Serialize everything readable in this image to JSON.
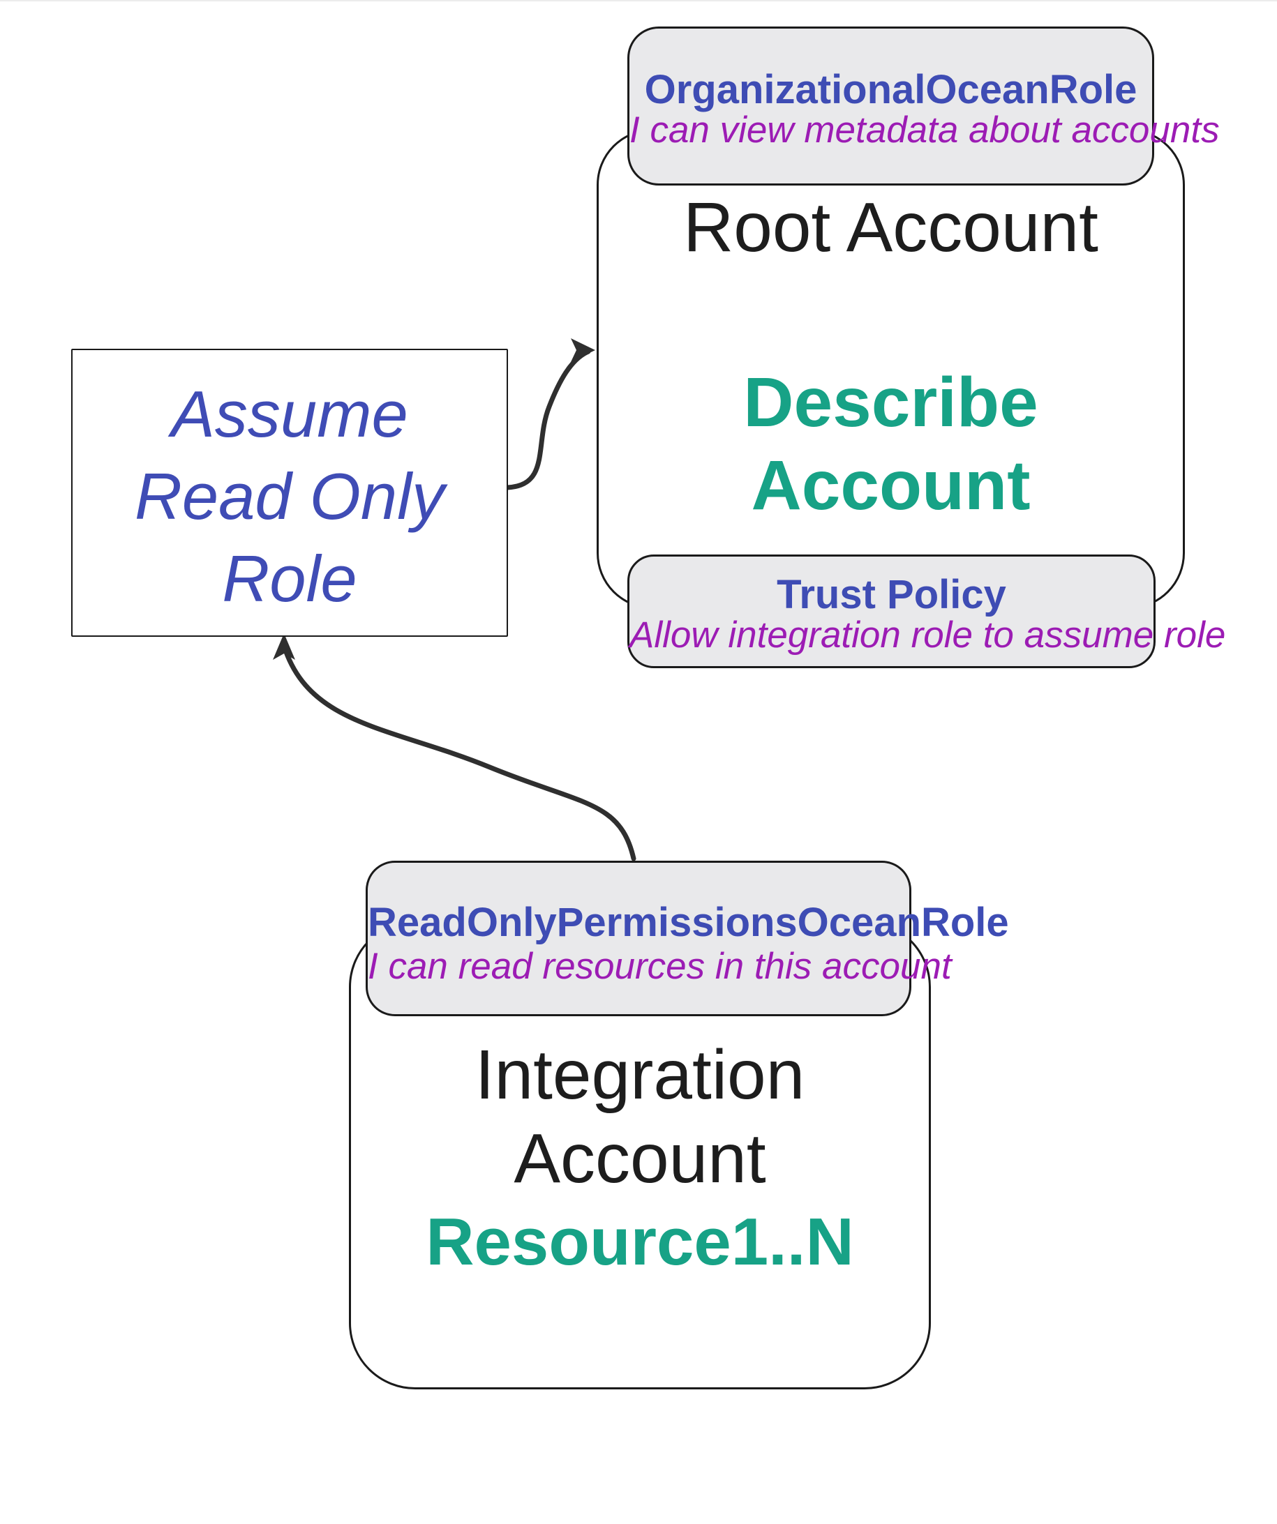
{
  "diagram": {
    "assume_box": {
      "line1": "Assume",
      "line2": "Read Only",
      "line3": "Role"
    },
    "root_account": {
      "title": "Root Account",
      "action_line1": "Describe",
      "action_line2": "Account",
      "role_badge": {
        "title": "OrganizationalOceanRole",
        "subtitle": "I can view metadata about accounts"
      },
      "trust_badge": {
        "title": "Trust Policy",
        "subtitle": "Allow integration role to assume role"
      }
    },
    "integration_account": {
      "title_line1": "Integration",
      "title_line2": "Account",
      "resources_label": "Resource1..N",
      "role_badge": {
        "title": "ReadOnlyPermissionsOceanRole",
        "subtitle": "I can read resources in this account"
      }
    },
    "colors": {
      "role_title": "#3e4cb4",
      "policy_text": "#9c1cb4",
      "action_text": "#17a286",
      "body_text": "#1d1d1d",
      "assume_text": "#3f4cb5",
      "badge_bg": "#e9e9eb",
      "border": "#1a1a1a",
      "arrow": "#2f2f2f",
      "background": "#ffffff"
    }
  }
}
